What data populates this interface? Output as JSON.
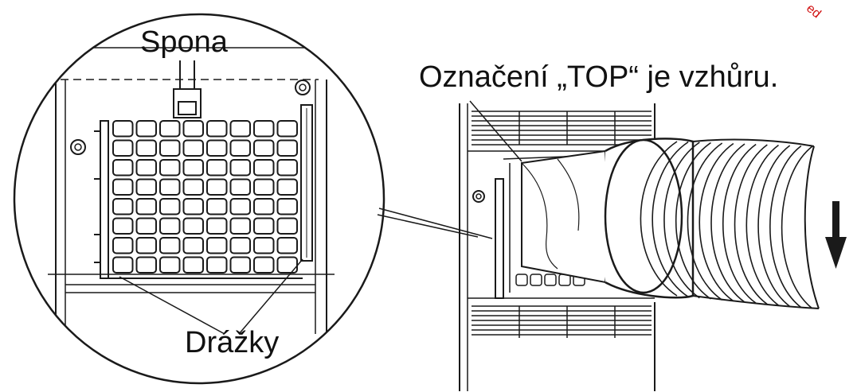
{
  "labels": {
    "clip": "Spona",
    "top_marking": "Označení „TOP“ je vzhůru.",
    "grooves": "Drážky"
  },
  "watermark": {
    "text": "ed"
  },
  "colors": {
    "line": "#1a1a1a",
    "background": "#ffffff",
    "watermark": "#d01010"
  },
  "icons": {
    "direction_arrow": "arrow-down-icon"
  }
}
